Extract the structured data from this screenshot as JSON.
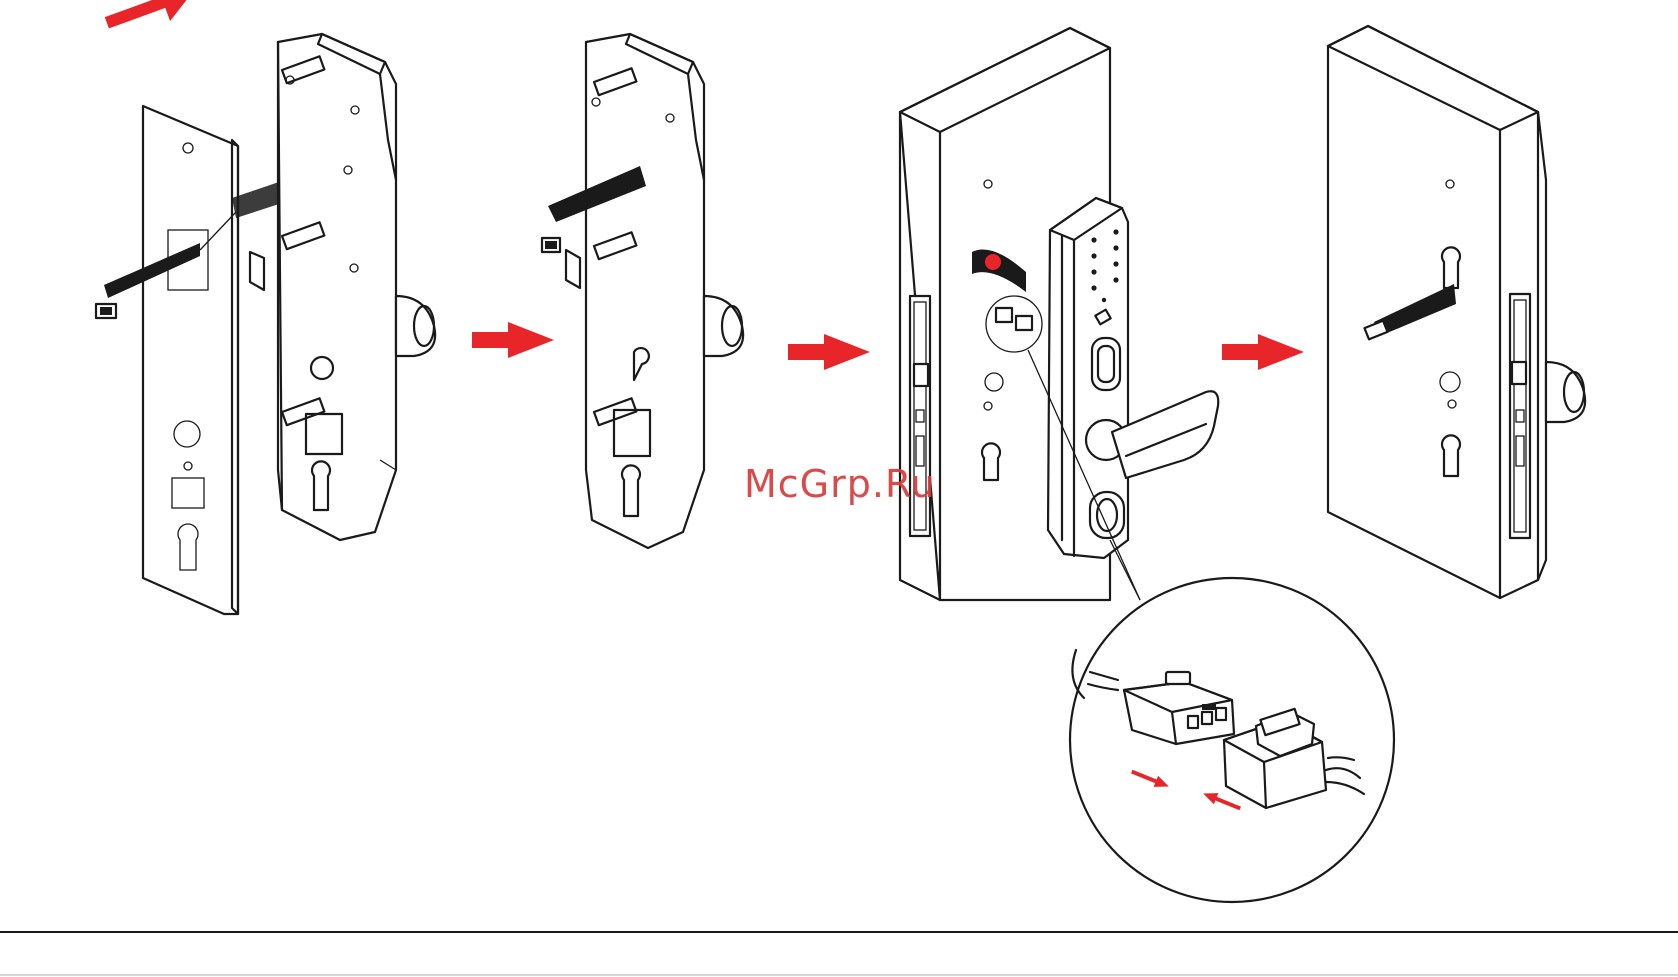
{
  "watermark": "McGrp.Ru",
  "colors": {
    "arrow": "#e8262a",
    "line": "#1a1a1a",
    "watermark": "#d93a3a",
    "background": "#ffffff"
  },
  "steps": [
    {
      "id": "step-1",
      "depicts": "exploded-back-plate-and-lock-body"
    },
    {
      "id": "step-2",
      "depicts": "lock-body-with-cable"
    },
    {
      "id": "step-3",
      "depicts": "lock-mounted-on-door-with-connector-detail"
    },
    {
      "id": "step-4",
      "depicts": "door-back-with-cable"
    }
  ],
  "icons": [
    "arrow-right-icon",
    "connector-icon",
    "cable-icon",
    "keypad-icon",
    "fingerprint-sensor-icon",
    "handle-icon"
  ]
}
